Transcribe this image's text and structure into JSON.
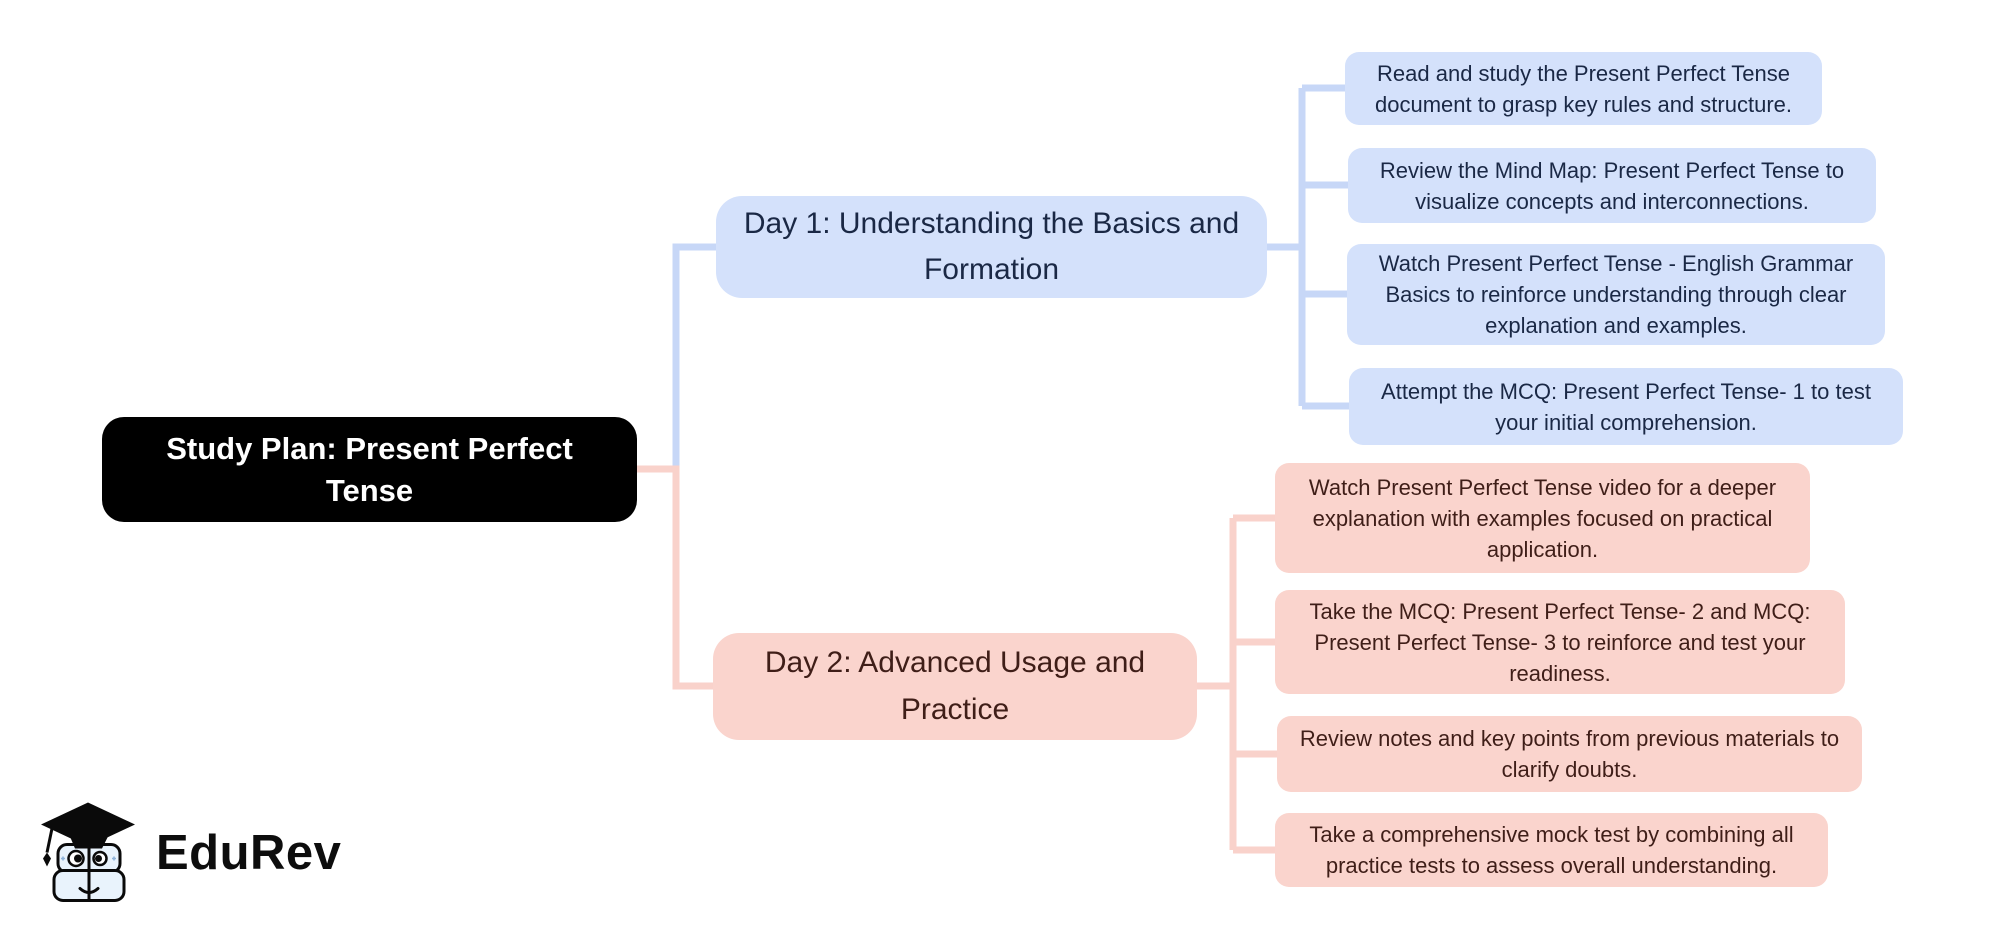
{
  "root": {
    "label": "Study Plan: Present Perfect Tense"
  },
  "branches": [
    {
      "id": "day1",
      "label": "Day 1: Understanding the Basics and Formation",
      "fill_color": "#d4e1fb",
      "text_color": "#1a2845",
      "line_color": "#c7d7f7",
      "tasks": [
        "Read and study the Present Perfect Tense document to grasp key rules and structure.",
        "Review the Mind Map: Present Perfect Tense to visualize concepts and interconnections.",
        "Watch Present Perfect Tense - English Grammar Basics to reinforce understanding through clear explanation and examples.",
        "Attempt the MCQ: Present Perfect Tense- 1 to test your initial comprehension."
      ]
    },
    {
      "id": "day2",
      "label": "Day 2: Advanced Usage and Practice",
      "fill_color": "#fad4cd",
      "text_color": "#3f1e18",
      "line_color": "#f9d2cb",
      "tasks": [
        "Watch Present Perfect Tense video for a deeper explanation with examples focused on practical application.",
        "Take the MCQ: Present Perfect Tense- 2 and MCQ: Present Perfect Tense- 3 to reinforce and test your readiness.",
        "Review notes and key points from previous materials to clarify doubts.",
        "Take a comprehensive mock test by combining all practice tests to assess overall understanding."
      ]
    }
  ],
  "colors": {
    "root_fill": "#000000",
    "root_text": "#ffffff",
    "background": "#ffffff"
  },
  "logo": {
    "brand": "EduRev"
  }
}
